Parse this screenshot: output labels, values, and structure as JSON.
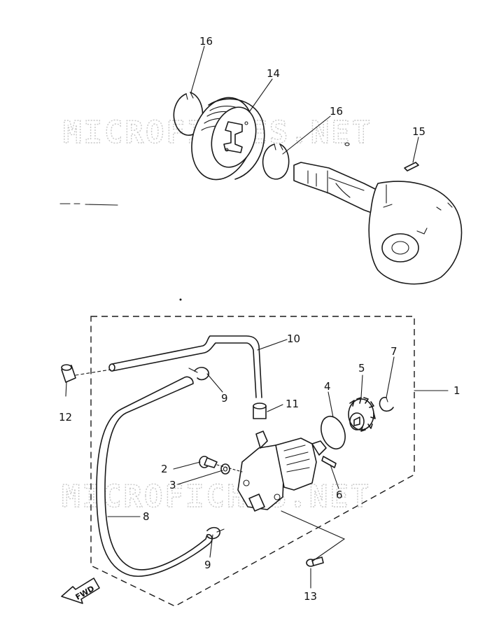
{
  "watermark": "MICROFICHES.NET",
  "fwd_label": "FWD",
  "callouts": {
    "c1": "1",
    "c2": "2",
    "c3": "3",
    "c4": "4",
    "c5": "5",
    "c6": "6",
    "c7": "7",
    "c8": "8",
    "c9a": "9",
    "c9b": "9",
    "c10": "10",
    "c11": "11",
    "c12": "12",
    "c13": "13",
    "c14": "14",
    "c15": "15",
    "c16a": "16",
    "c16b": "16"
  }
}
